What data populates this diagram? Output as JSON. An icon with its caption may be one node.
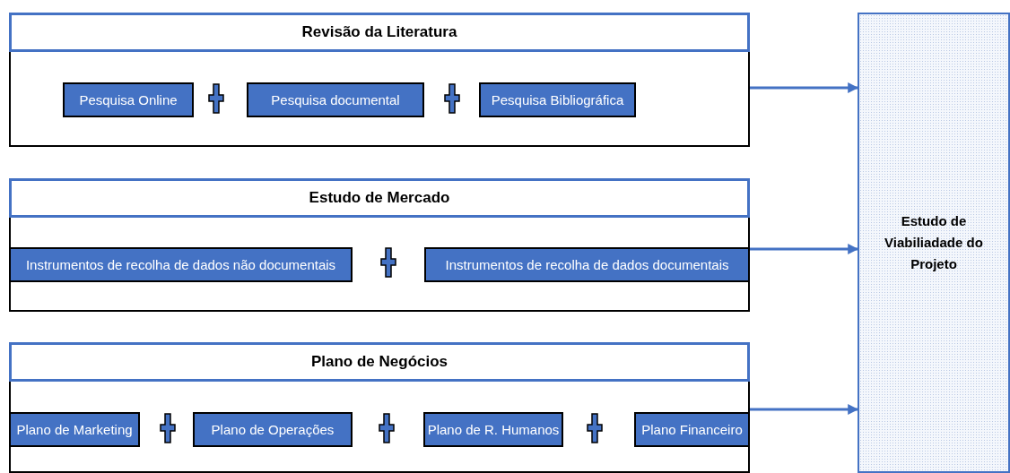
{
  "diagram": {
    "nodes": [
      {
        "text": [
          "Revisão da Literatura"
        ]
      },
      {
        "text": [
          "Pesquisa Online"
        ],
        "in": 0
      },
      {
        "text": [
          "Pesquisa documental"
        ],
        "in": 0
      },
      {
        "text": [
          "Pesquisa Bibliográfica"
        ],
        "in": 0
      },
      {
        "text": [
          "Estudo de Mercado"
        ]
      },
      {
        "text": [
          "Instrumentos de recolha de dados não documentais"
        ],
        "in": 4
      },
      {
        "text": [
          "Instrumentos de recolha de dados documentais"
        ],
        "in": 4
      },
      {
        "text": [
          "Plano de Negócios"
        ]
      },
      {
        "text": [
          "Plano de Marketing"
        ],
        "in": 7
      },
      {
        "text": [
          "Plano de Operações"
        ],
        "in": 7
      },
      {
        "text": [
          "Plano de R. Humanos"
        ],
        "in": 7
      },
      {
        "text": [
          "Plano Financeiro"
        ],
        "in": 7
      },
      {
        "text": [
          "Estudo de Viabiliadade do Projeto"
        ]
      }
    ],
    "edges": [
      {
        "from": 0,
        "to": 12,
        "arrow": "to"
      },
      {
        "from": 4,
        "to": 12,
        "arrow": "to"
      },
      {
        "from": 7,
        "to": 12,
        "arrow": "to"
      }
    ]
  }
}
